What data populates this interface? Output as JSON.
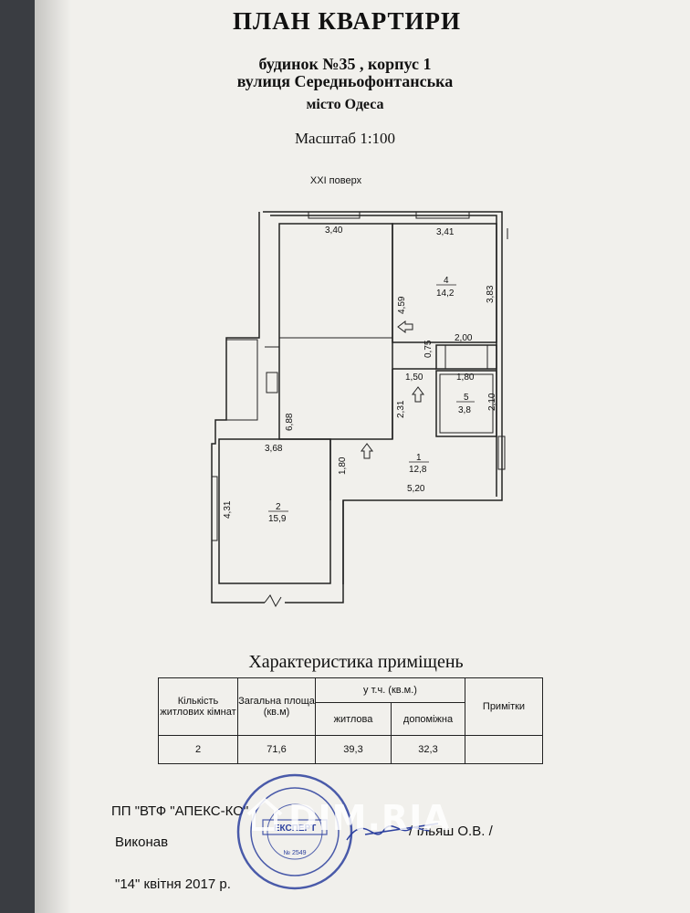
{
  "header": {
    "title": "ПЛАН КВАРТИРИ",
    "house": "будинок №35 , корпус 1",
    "street": "вулиця Середньофонтанська",
    "city": "місто Одеса",
    "scale": "Масштаб 1:100",
    "floor": "XXI поверх"
  },
  "plan": {
    "dims": {
      "d340": "3,40",
      "d341": "3,41",
      "d459": "4,59",
      "d383": "3,83",
      "d200": "2,00",
      "d075": "0,75",
      "d150": "1,50",
      "d180a": "1,80",
      "d231": "2,31",
      "d210": "2,10",
      "d688": "6,88",
      "d368": "3,68",
      "d180b": "1,80",
      "d520": "5,20",
      "d431": "4,31"
    },
    "rooms": [
      {
        "num": "4",
        "area": "14,2"
      },
      {
        "num": "5",
        "area": "3,8"
      },
      {
        "num": "1",
        "area": "12,8"
      },
      {
        "num": "2",
        "area": "15,9"
      }
    ]
  },
  "characteristics": {
    "title": "Характеристика приміщень",
    "headers": {
      "rooms_count": "Кількість житлових кімнат",
      "total_area": "Загальна площа (кв.м)",
      "incl": "у т.ч. (кв.м.)",
      "living": "житлова",
      "auxiliary": "допоміжна",
      "notes": "Примітки"
    },
    "row": {
      "rooms_count": "2",
      "total_area": "71,6",
      "living": "39,3",
      "auxiliary": "32,3",
      "notes": ""
    }
  },
  "footer": {
    "company": "ПП \"ВТФ \"АПЕКС-КО\"",
    "performed": "Виконав",
    "signer": "/ Ільяш О.В. /",
    "date": "\"14\" квітня 2017 р."
  },
  "stamp": {
    "center": "ЕКСПЕРТ",
    "number": "№ 2549"
  },
  "watermark": {
    "text": "DIM.RIA"
  }
}
